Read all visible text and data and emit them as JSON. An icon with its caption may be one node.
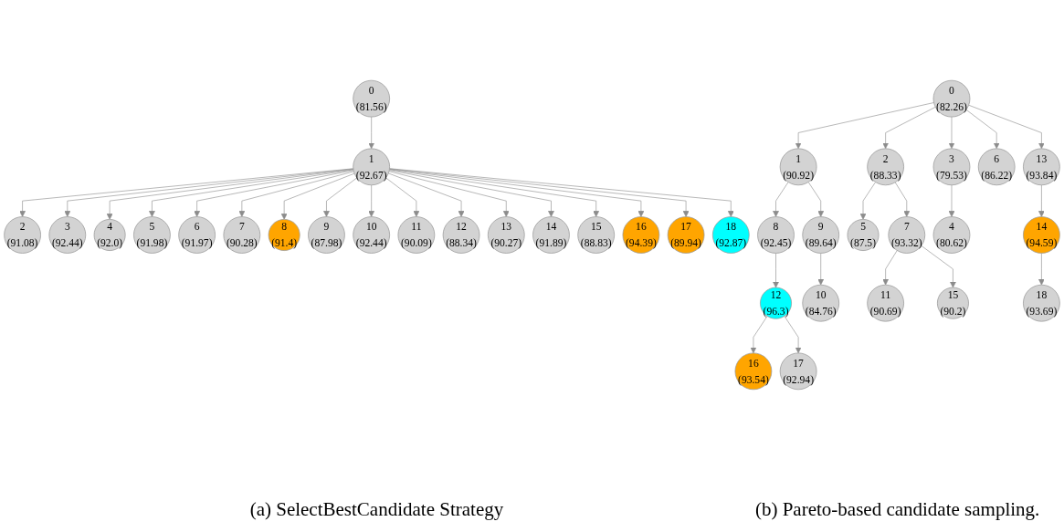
{
  "diagram": {
    "nodes": [
      {
        "text": [
          "0",
          "(81.56)"
        ]
      },
      {
        "text": [
          "1",
          "(92.67)"
        ]
      },
      {
        "text": [
          "2",
          "(91.08)"
        ]
      },
      {
        "text": [
          "3",
          "(92.44)"
        ]
      },
      {
        "text": [
          "4",
          "(92.0)"
        ]
      },
      {
        "text": [
          "5",
          "(91.98)"
        ]
      },
      {
        "text": [
          "6",
          "(91.97)"
        ]
      },
      {
        "text": [
          "7",
          "(90.28)"
        ]
      },
      {
        "text": [
          "8",
          "(91.4)"
        ]
      },
      {
        "text": [
          "9",
          "(87.98)"
        ]
      },
      {
        "text": [
          "10",
          "(92.44)"
        ]
      },
      {
        "text": [
          "11",
          "(90.09)"
        ]
      },
      {
        "text": [
          "12",
          "(88.34)"
        ]
      },
      {
        "text": [
          "13",
          "(90.27)"
        ]
      },
      {
        "text": [
          "14",
          "(91.89)"
        ]
      },
      {
        "text": [
          "15",
          "(88.83)"
        ]
      },
      {
        "text": [
          "16",
          "(94.39)"
        ]
      },
      {
        "text": [
          "17",
          "(89.94)"
        ]
      },
      {
        "text": [
          "18",
          "(92.87)"
        ]
      },
      {
        "text": [
          "0",
          "(82.26)"
        ]
      },
      {
        "text": [
          "1",
          "(90.92)"
        ]
      },
      {
        "text": [
          "2",
          "(88.33)"
        ]
      },
      {
        "text": [
          "3",
          "(79.53)"
        ]
      },
      {
        "text": [
          "6",
          "(86.22)"
        ]
      },
      {
        "text": [
          "13",
          "(93.84)"
        ]
      },
      {
        "text": [
          "8",
          "(92.45)"
        ]
      },
      {
        "text": [
          "9",
          "(89.64)"
        ]
      },
      {
        "text": [
          "5",
          "(87.5)"
        ]
      },
      {
        "text": [
          "7",
          "(93.32)"
        ]
      },
      {
        "text": [
          "4",
          "(80.62)"
        ]
      },
      {
        "text": [
          "14",
          "(94.59)"
        ]
      },
      {
        "text": [
          "12",
          "(96.3)"
        ]
      },
      {
        "text": [
          "10",
          "(84.76)"
        ]
      },
      {
        "text": [
          "11",
          "(90.69)"
        ]
      },
      {
        "text": [
          "15",
          "(90.2)"
        ]
      },
      {
        "text": [
          "18",
          "(93.69)"
        ]
      },
      {
        "text": [
          "16",
          "(93.54)"
        ]
      },
      {
        "text": [
          "17",
          "(92.94)"
        ]
      }
    ],
    "edges": [
      {
        "from": 0,
        "to": 1,
        "arrow": "to"
      },
      {
        "from": 1,
        "to": 2,
        "arrow": "to"
      },
      {
        "from": 1,
        "to": 3,
        "arrow": "to"
      },
      {
        "from": 1,
        "to": 4,
        "arrow": "to"
      },
      {
        "from": 1,
        "to": 5,
        "arrow": "to"
      },
      {
        "from": 1,
        "to": 6,
        "arrow": "to"
      },
      {
        "from": 1,
        "to": 7,
        "arrow": "to"
      },
      {
        "from": 1,
        "to": 8,
        "arrow": "to"
      },
      {
        "from": 1,
        "to": 9,
        "arrow": "to"
      },
      {
        "from": 1,
        "to": 10,
        "arrow": "to"
      },
      {
        "from": 1,
        "to": 11,
        "arrow": "to"
      },
      {
        "from": 1,
        "to": 12,
        "arrow": "to"
      },
      {
        "from": 1,
        "to": 13,
        "arrow": "to"
      },
      {
        "from": 1,
        "to": 14,
        "arrow": "to"
      },
      {
        "from": 1,
        "to": 15,
        "arrow": "to"
      },
      {
        "from": 1,
        "to": 16,
        "arrow": "to"
      },
      {
        "from": 1,
        "to": 17,
        "arrow": "to"
      },
      {
        "from": 1,
        "to": 18,
        "arrow": "to"
      },
      {
        "from": 19,
        "to": 20,
        "arrow": "to"
      },
      {
        "from": 19,
        "to": 21,
        "arrow": "to"
      },
      {
        "from": 19,
        "to": 22,
        "arrow": "to"
      },
      {
        "from": 19,
        "to": 23,
        "arrow": "to"
      },
      {
        "from": 19,
        "to": 24,
        "arrow": "to"
      },
      {
        "from": 20,
        "to": 25,
        "arrow": "to"
      },
      {
        "from": 20,
        "to": 26,
        "arrow": "to"
      },
      {
        "from": 21,
        "to": 27,
        "arrow": "to"
      },
      {
        "from": 21,
        "to": 28,
        "arrow": "to"
      },
      {
        "from": 22,
        "to": 29,
        "arrow": "to"
      },
      {
        "from": 24,
        "to": 30,
        "arrow": "to"
      },
      {
        "from": 25,
        "to": 31,
        "arrow": "to"
      },
      {
        "from": 26,
        "to": 32,
        "arrow": "to"
      },
      {
        "from": 28,
        "to": 33,
        "arrow": "to"
      },
      {
        "from": 28,
        "to": 34,
        "arrow": "to"
      },
      {
        "from": 30,
        "to": 35,
        "arrow": "to"
      },
      {
        "from": 31,
        "to": 36,
        "arrow": "to"
      },
      {
        "from": 31,
        "to": 37,
        "arrow": "to"
      }
    ],
    "labels": [
      "(a) SelectBestCandidate Strategy",
      "(b) Pareto-based candidate sampling."
    ]
  }
}
